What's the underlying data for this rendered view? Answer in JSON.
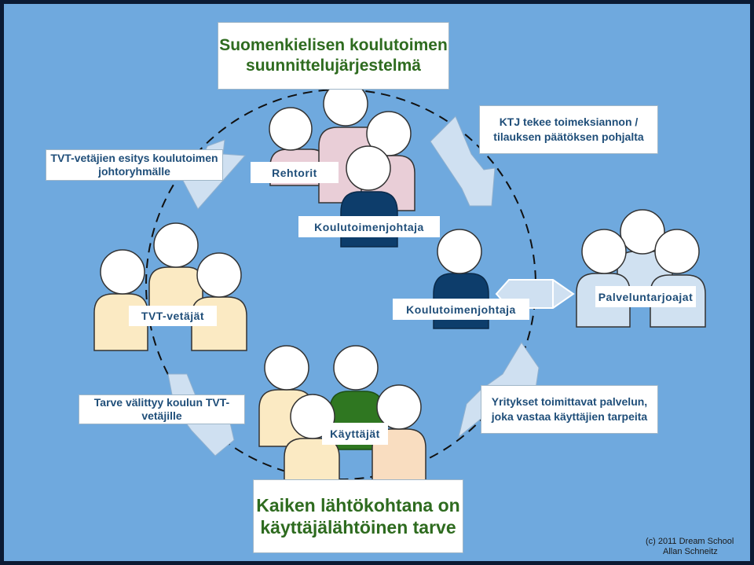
{
  "title": "Suomenkielisen koulutoimen suunnittelujärjestelmä",
  "notes": {
    "top_right": "KTJ tekee toimeksiannon / tilauksen päätöksen pohjalta",
    "top_left": "TVT-vetäjien esitys koulutoimen johtoryhmälle",
    "bottom_left": "Tarve välittyy koulun TVT-vetäjille",
    "bottom_right": "Yritykset toimittavat palvelun, joka vastaa käyttäjien tarpeita",
    "bottom_center": "Kaiken lähtökohtana on käyttäjälähtöinen tarve"
  },
  "groups": {
    "rehtorit": "Rehtorit",
    "koulutoimenjohtaja_top": "Koulutoimenjohtaja",
    "tvt_vetajat": "TVT-vetäjät",
    "koulutoimenjohtaja_mid": "Koulutoimenjohtaja",
    "palveluntarjoajat": "Palveluntarjoajat",
    "kayttajat": "Käyttäjät"
  },
  "copyright": {
    "line1": "(c) 2011 Dream School",
    "line2": "Allan Schneitz"
  },
  "colors": {
    "background": "#6fa9de",
    "frame": "#0b1a33",
    "pink_people": "#e9ced7",
    "navy_person": "#0d3d6b",
    "cream_people": "#fbeac3",
    "light_blue_people": "#d0e1f1",
    "green_person": "#2f7721",
    "peach_person": "#f9ddc0",
    "arrow_fill": "#cfe0f1",
    "text_blue": "#1f4e79",
    "text_green": "#2e6b1f"
  }
}
